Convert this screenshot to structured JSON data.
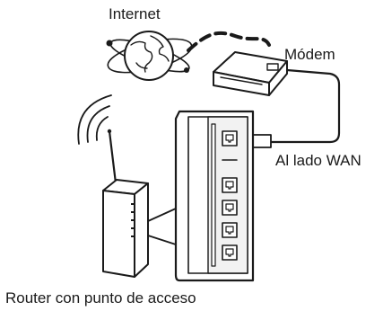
{
  "labels": {
    "internet": "Internet",
    "modem": "Módem",
    "wan_side": "Al lado WAN",
    "router": "Router con punto de acceso"
  },
  "icons": {
    "internet": "globe-with-orbits-icon",
    "modem": "modem-device-icon",
    "router": "wireless-router-icon",
    "wifi": "wifi-signal-icon",
    "port_panel": "router-rear-ports-icon",
    "plug": "ethernet-plug-icon"
  },
  "colors": {
    "line": "#1a1a1a",
    "fill": "#ffffff",
    "panel_inner": "#f2f2f2"
  }
}
